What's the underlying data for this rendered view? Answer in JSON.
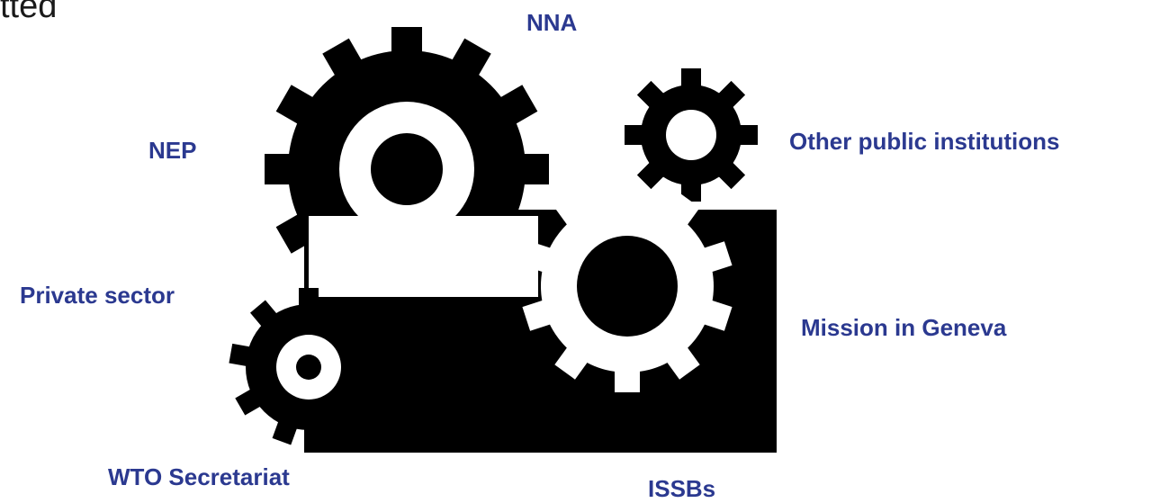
{
  "header": {
    "partial_text": "tted"
  },
  "labels": {
    "nna": "NNA",
    "nep": "NEP",
    "other_public": "Other public institutions",
    "private_sector": "Private sector",
    "mission": "Mission in Geneva",
    "wto": "WTO Secretariat",
    "issbs": "ISSBs"
  },
  "colors": {
    "label": "#2b3990",
    "gear": "#000000",
    "background": "#ffffff"
  },
  "icons": {
    "gears": "interlocking-gears-icon"
  }
}
